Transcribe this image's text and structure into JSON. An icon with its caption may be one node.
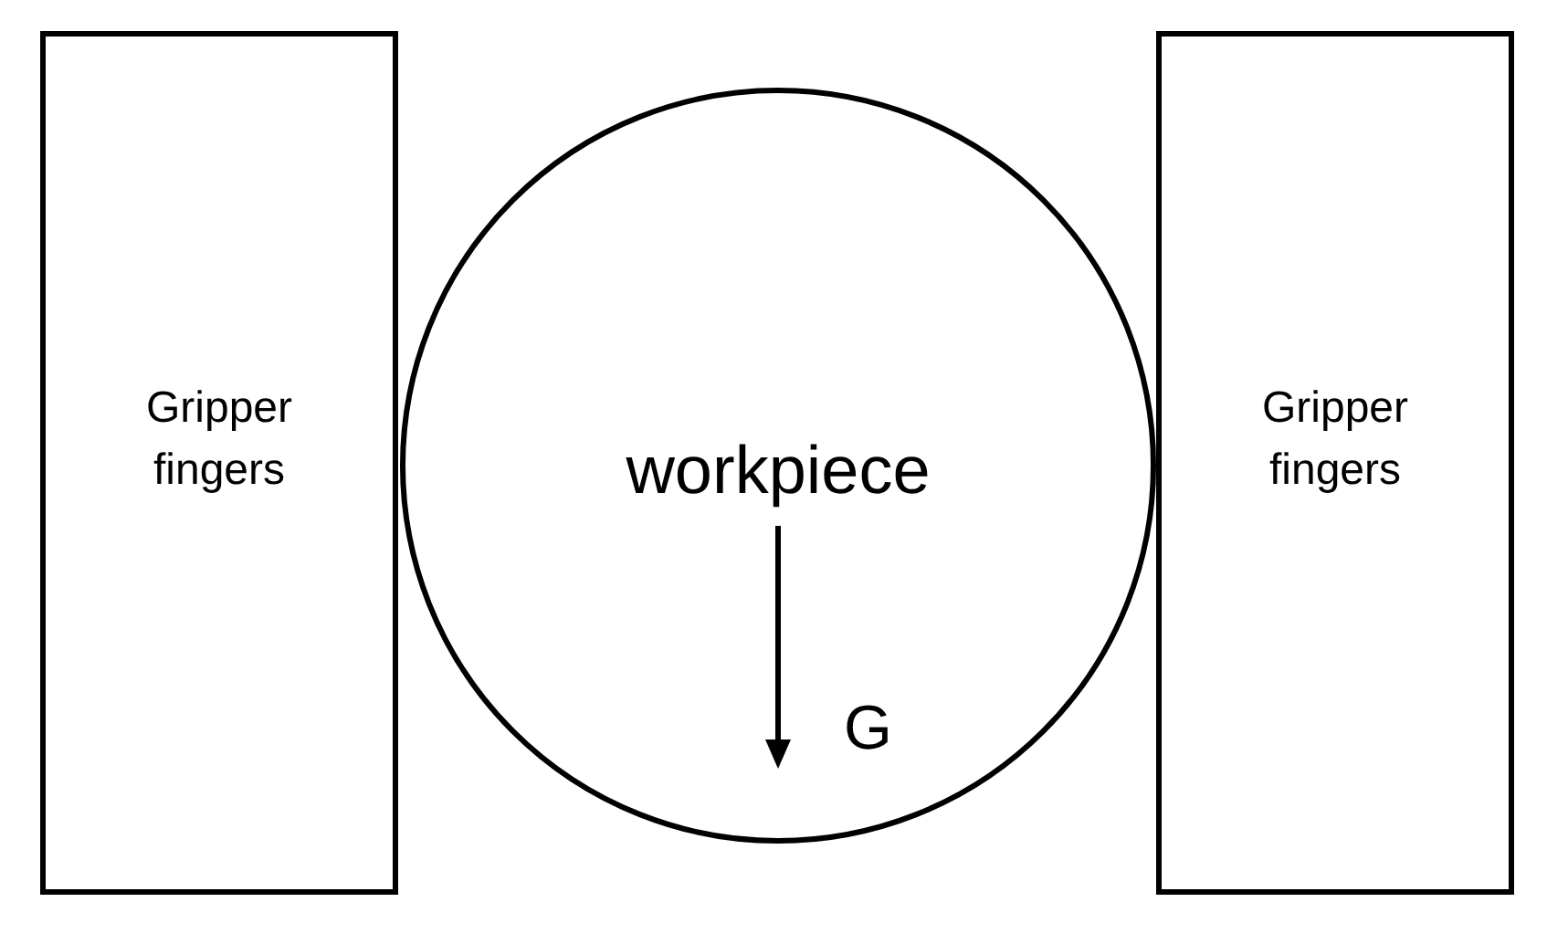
{
  "diagram": {
    "nodes": [
      {
        "text": [
          "Gripper fingers"
        ]
      },
      {
        "text": [
          "workpiece"
        ]
      },
      {
        "text": [
          "Gripper fingers"
        ]
      }
    ],
    "labels": [
      "G"
    ]
  }
}
